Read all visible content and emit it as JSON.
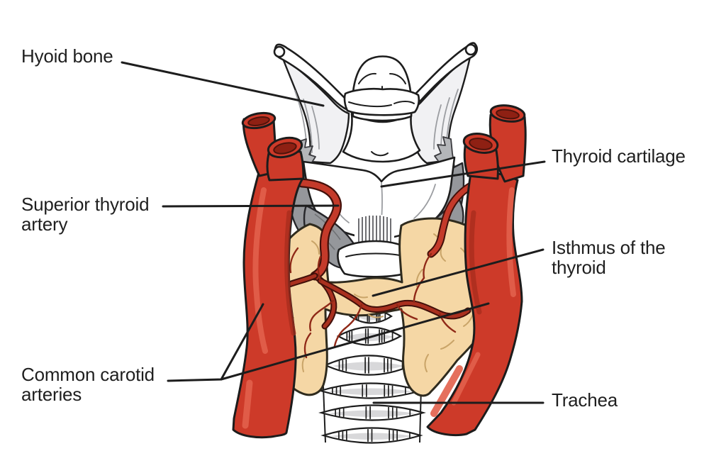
{
  "figure": {
    "background_color": "#ffffff",
    "parts_depicted": [
      "hyoid bone",
      "epiglottis",
      "thyrohyoid membrane",
      "thyroid cartilage",
      "cricothyroid muscles",
      "cricoid cartilage",
      "thyroid gland left lobe",
      "thyroid gland right lobe",
      "isthmus of the thyroid",
      "superior thyroid arteries",
      "common carotid arteries",
      "trachea with cartilage rings"
    ]
  },
  "labels": {
    "hyoid_bone": {
      "text": "Hyoid bone"
    },
    "thyroid_cartilage": {
      "text": "Thyroid cartilage"
    },
    "superior_thyroid_artery": {
      "line1": "Superior thyroid",
      "line2": "artery"
    },
    "isthmus_of_the_thyroid": {
      "line1": "Isthmus of the",
      "line2": "thyroid"
    },
    "common_carotid_arteries": {
      "line1": "Common carotid",
      "line2": "arteries"
    },
    "trachea": {
      "text": "Trachea"
    }
  },
  "colors": {
    "label_text": "#1f1f1f",
    "leader_line": "#1d1d1d",
    "artery_red": "#cd3a29",
    "artery_highlight": "#e2604b",
    "artery_shadow": "#a52c1c",
    "artery_lumen": "#8e2013",
    "thyroid_gland_tan": "#f5d7a5",
    "gland_texture": "#c9a468",
    "gland_vessel": "#a9301f",
    "muscle_gray": "#95979b",
    "membrane_gray": "#f1f1f3",
    "cartilage_white": "#ffffff",
    "ring_shading_gray": "#d8d8da",
    "outline_black": "#1d1d1d"
  }
}
